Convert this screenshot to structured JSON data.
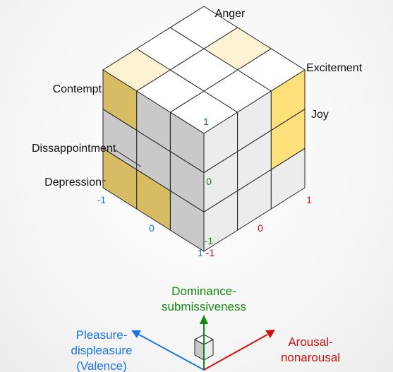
{
  "emotions": {
    "anger": "Anger",
    "excitement": "Excitement",
    "joy": "Joy",
    "contempt": "Contempt",
    "disappointment": "Dissappointment",
    "depression": "Depression"
  },
  "ticks": {
    "valence": [
      "-1",
      "0",
      "1"
    ],
    "arousal": [
      "-1",
      "0",
      "1"
    ],
    "dominance": [
      "-1",
      "0",
      "1"
    ]
  },
  "axes": {
    "dominance": [
      "Dominance-",
      "submissiveness"
    ],
    "pleasure": [
      "Pleasure-",
      "displeasure",
      "(Valence)"
    ],
    "arousal": [
      "Arousal-",
      "nonarousal"
    ]
  },
  "colors": {
    "top": "#ffffff",
    "left": "#c9c9c9",
    "right": "#ececec",
    "highlight_top": "#fdf2d2",
    "highlight_left": "#d7bc63",
    "highlight_right": "#fde07a",
    "valence": "#1a73e8",
    "arousal": "#cc1111",
    "dominance": "#118811",
    "stroke": "#222222"
  }
}
